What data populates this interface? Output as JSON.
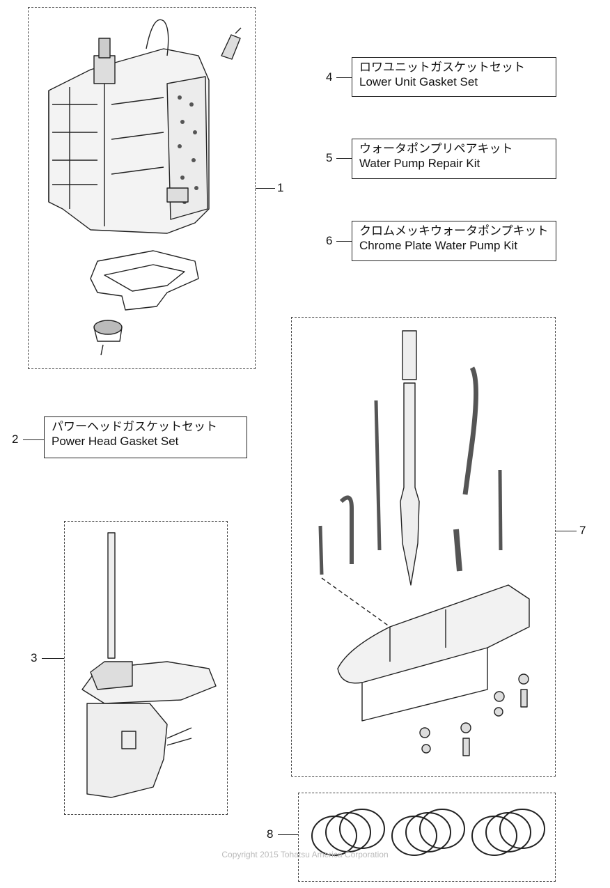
{
  "callouts": [
    {
      "num": "1"
    },
    {
      "num": "2",
      "ja": "パワーヘッドガスケットセット",
      "en": "Power Head Gasket Set"
    },
    {
      "num": "3"
    },
    {
      "num": "4",
      "ja": "ロワユニットガスケットセット",
      "en": "Lower Unit Gasket Set"
    },
    {
      "num": "5",
      "ja": "ウォータポンプリペアキット",
      "en": "Water Pump Repair Kit"
    },
    {
      "num": "6",
      "ja": "クロムメッキウォータポンプキット",
      "en": "Chrome Plate Water Pump Kit"
    },
    {
      "num": "7"
    },
    {
      "num": "8"
    }
  ],
  "copyright": "Copyright 2015 Tohatsu America Corporation"
}
